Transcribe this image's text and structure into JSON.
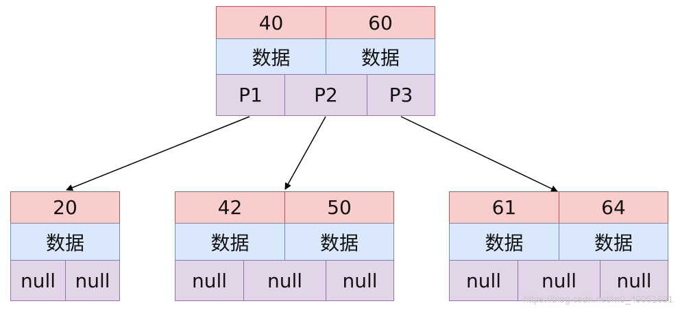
{
  "root": {
    "keys": [
      "40",
      "60"
    ],
    "data": [
      "数据",
      "数据"
    ],
    "pointers": [
      "P1",
      "P2",
      "P3"
    ]
  },
  "left": {
    "keys": [
      "20"
    ],
    "data": [
      "数据"
    ],
    "pointers": [
      "null",
      "null"
    ]
  },
  "middle": {
    "keys": [
      "42",
      "50"
    ],
    "data": [
      "数据",
      "数据"
    ],
    "pointers": [
      "null",
      "null",
      "null"
    ]
  },
  "right": {
    "keys": [
      "61",
      "64"
    ],
    "data": [
      "数据",
      "数据"
    ],
    "pointers": [
      "null",
      "null",
      "null"
    ]
  },
  "watermark": "https://blog.csdn.net/m0_49051691"
}
